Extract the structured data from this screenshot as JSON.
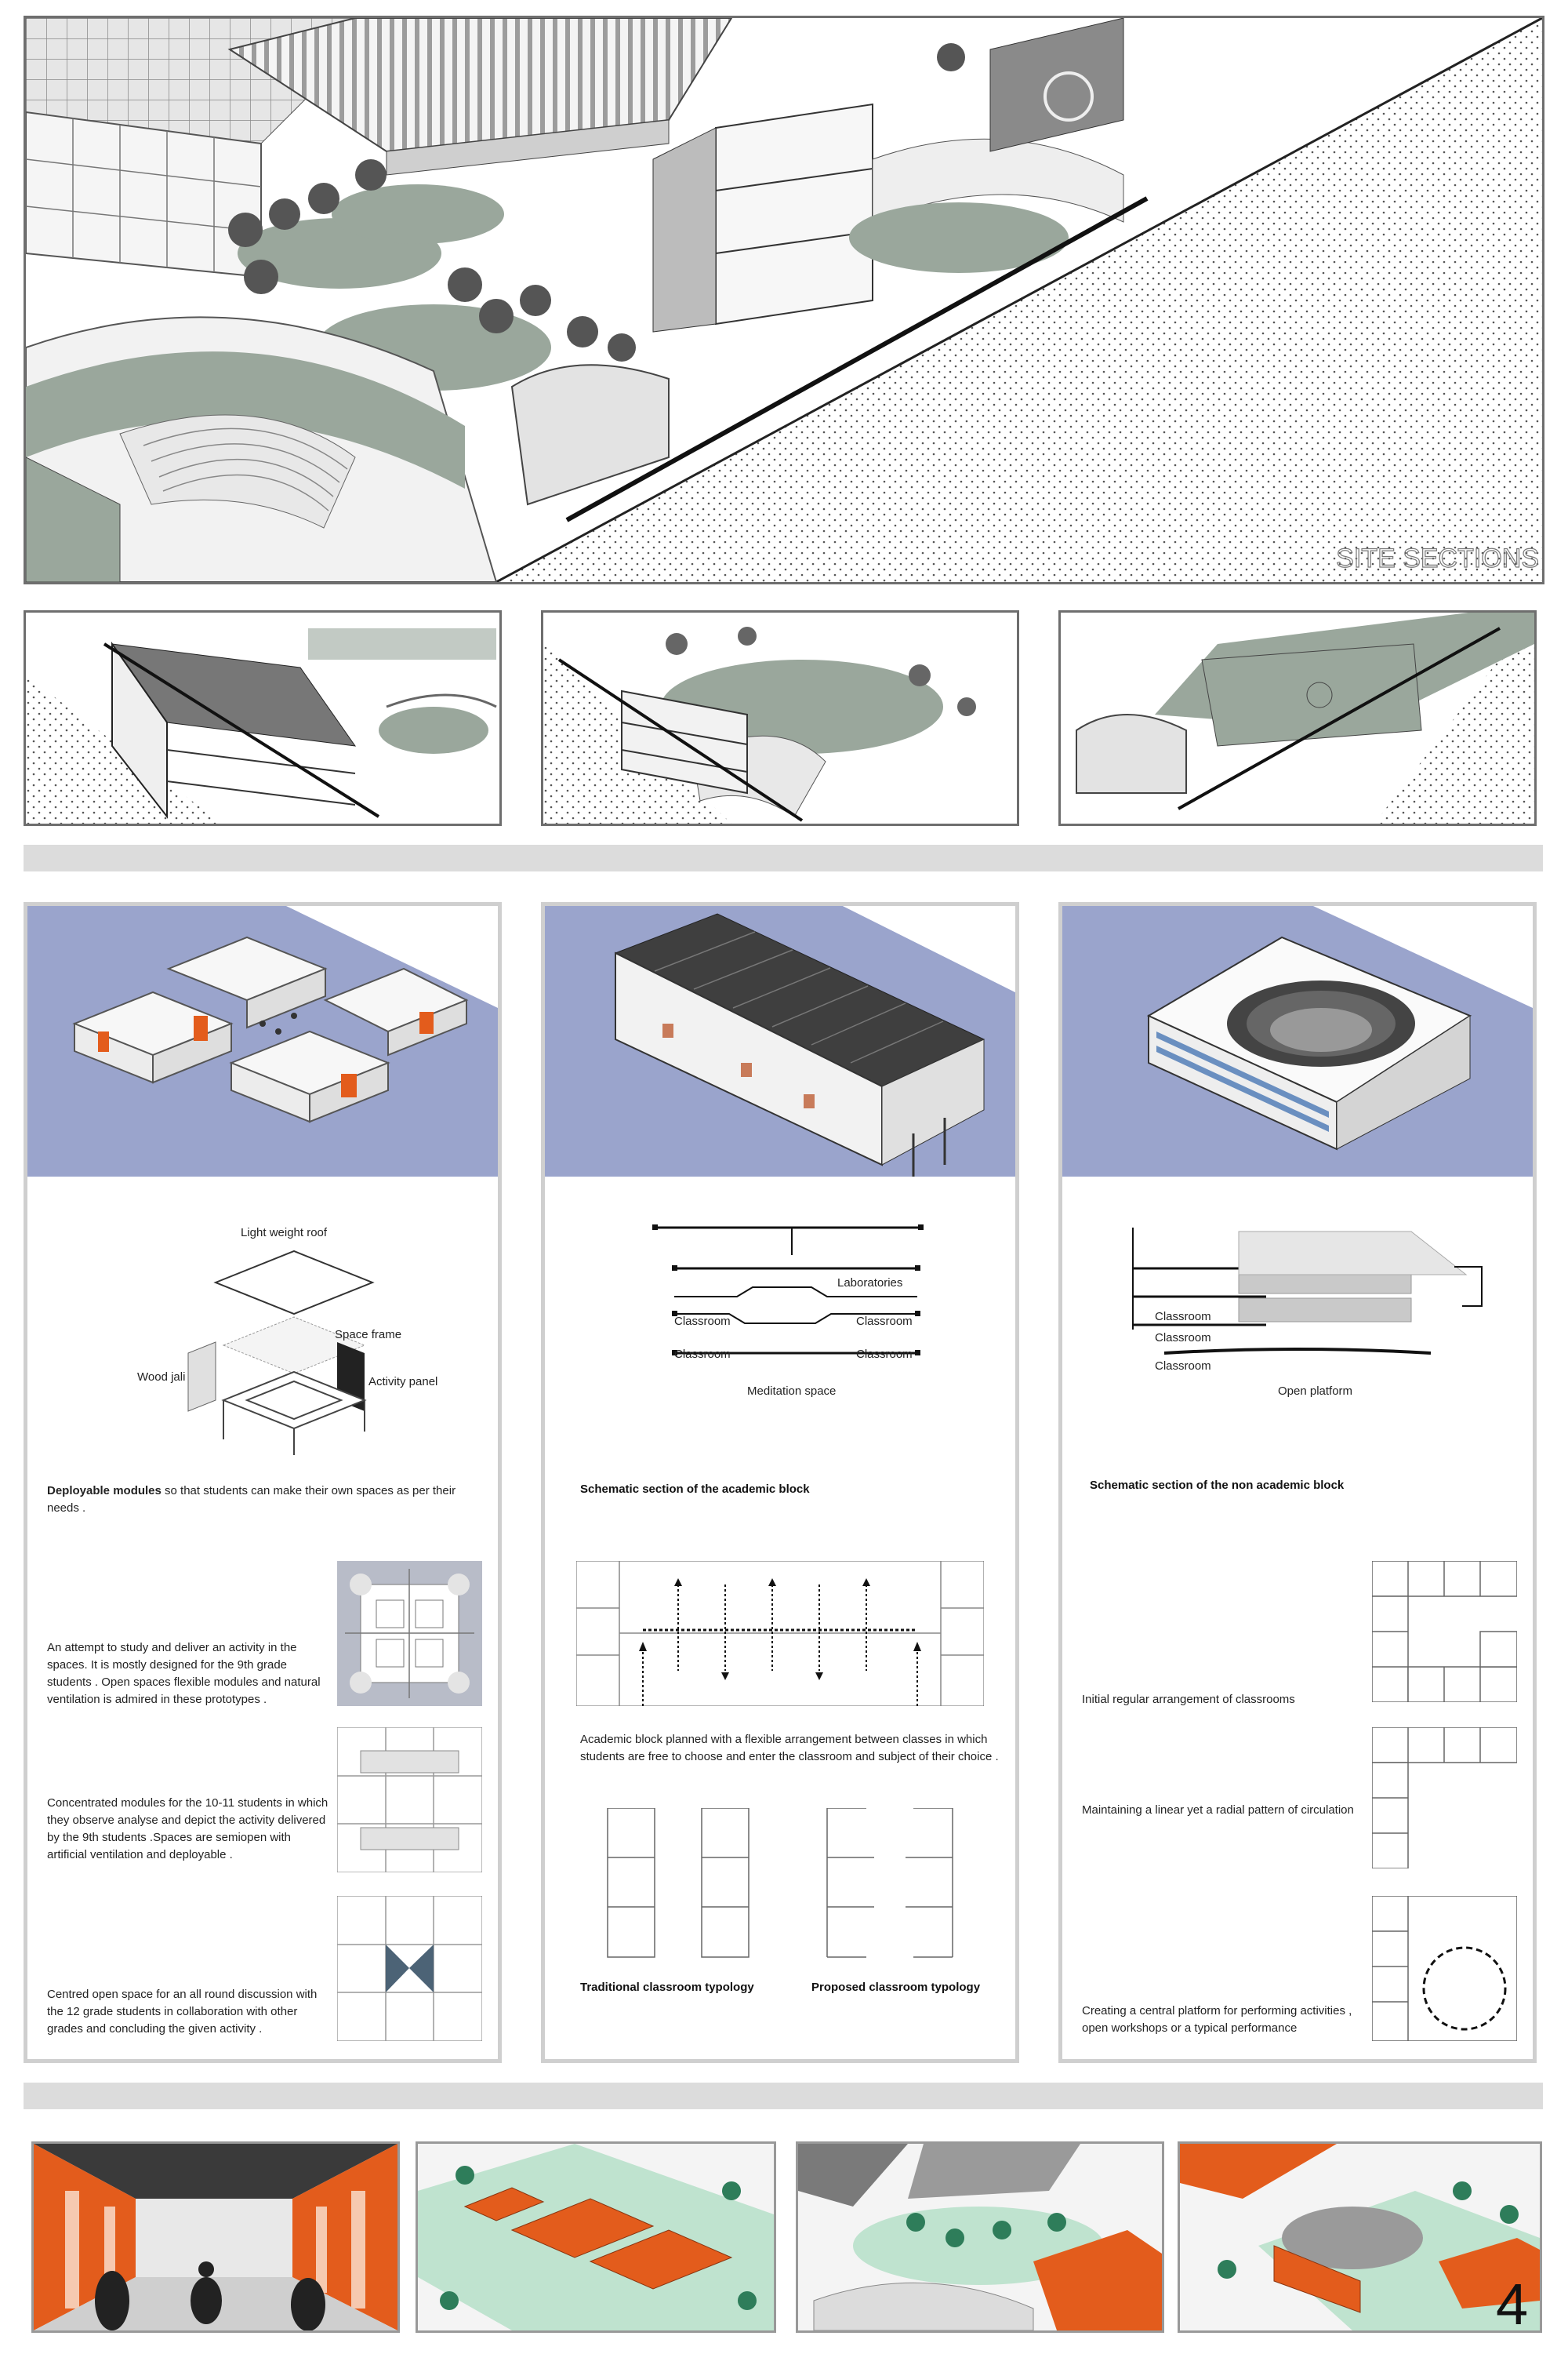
{
  "site_sections": {
    "title": "SITE SECTIONS"
  },
  "modules_panel": {
    "exploded_labels": {
      "roof": "Light weight roof",
      "space_frame": "Space frame",
      "wood_jali": "Wood jali",
      "activity_panel": "Activity panel"
    },
    "caption_bold": "Deployable modules",
    "caption_rest": " so that students can make their own spaces as per their needs .",
    "para1": "An attempt to study and deliver an activity in the spaces. It is mostly designed for the 9th grade students . Open spaces flexible modules and natural ventilation is admired in these prototypes .",
    "para2": "Concentrated modules for the 10-11 students in which they observe analyse and depict the activity delivered by the 9th students .Spaces are semiopen with artificial ventilation and deployable .",
    "para3": "Centred open space for an all round discussion with the 12 grade students in collaboration with other grades and concluding the given activity ."
  },
  "academic_panel": {
    "section_labels": {
      "laboratories": "Laboratories",
      "classroom": "Classroom",
      "meditation": "Meditation space"
    },
    "caption": "Schematic section of the academic block",
    "para": "Academic block planned with a flexible arrangement between classes in which students are free to choose and enter the classroom and subject of their  choice .",
    "traditional": "Traditional classroom typology",
    "proposed": "Proposed classroom typology"
  },
  "non_academic_panel": {
    "section_labels": {
      "classroom": "Classroom",
      "open_platform": "Open platform"
    },
    "caption": "Schematic section of the non academic block",
    "para1": "Initial regular arrangement of classrooms",
    "para2": "Maintaining a linear yet a radial pattern of circulation",
    "para3": "Creating a central platform for performing activities , open workshops or a typical performance"
  },
  "page_number": "4",
  "colors": {
    "sage": "#9aa79c",
    "lavender": "#9aa4cc",
    "orange": "#e35c1c",
    "mint": "#bfe3cf",
    "frame": "#6e6e6e"
  }
}
